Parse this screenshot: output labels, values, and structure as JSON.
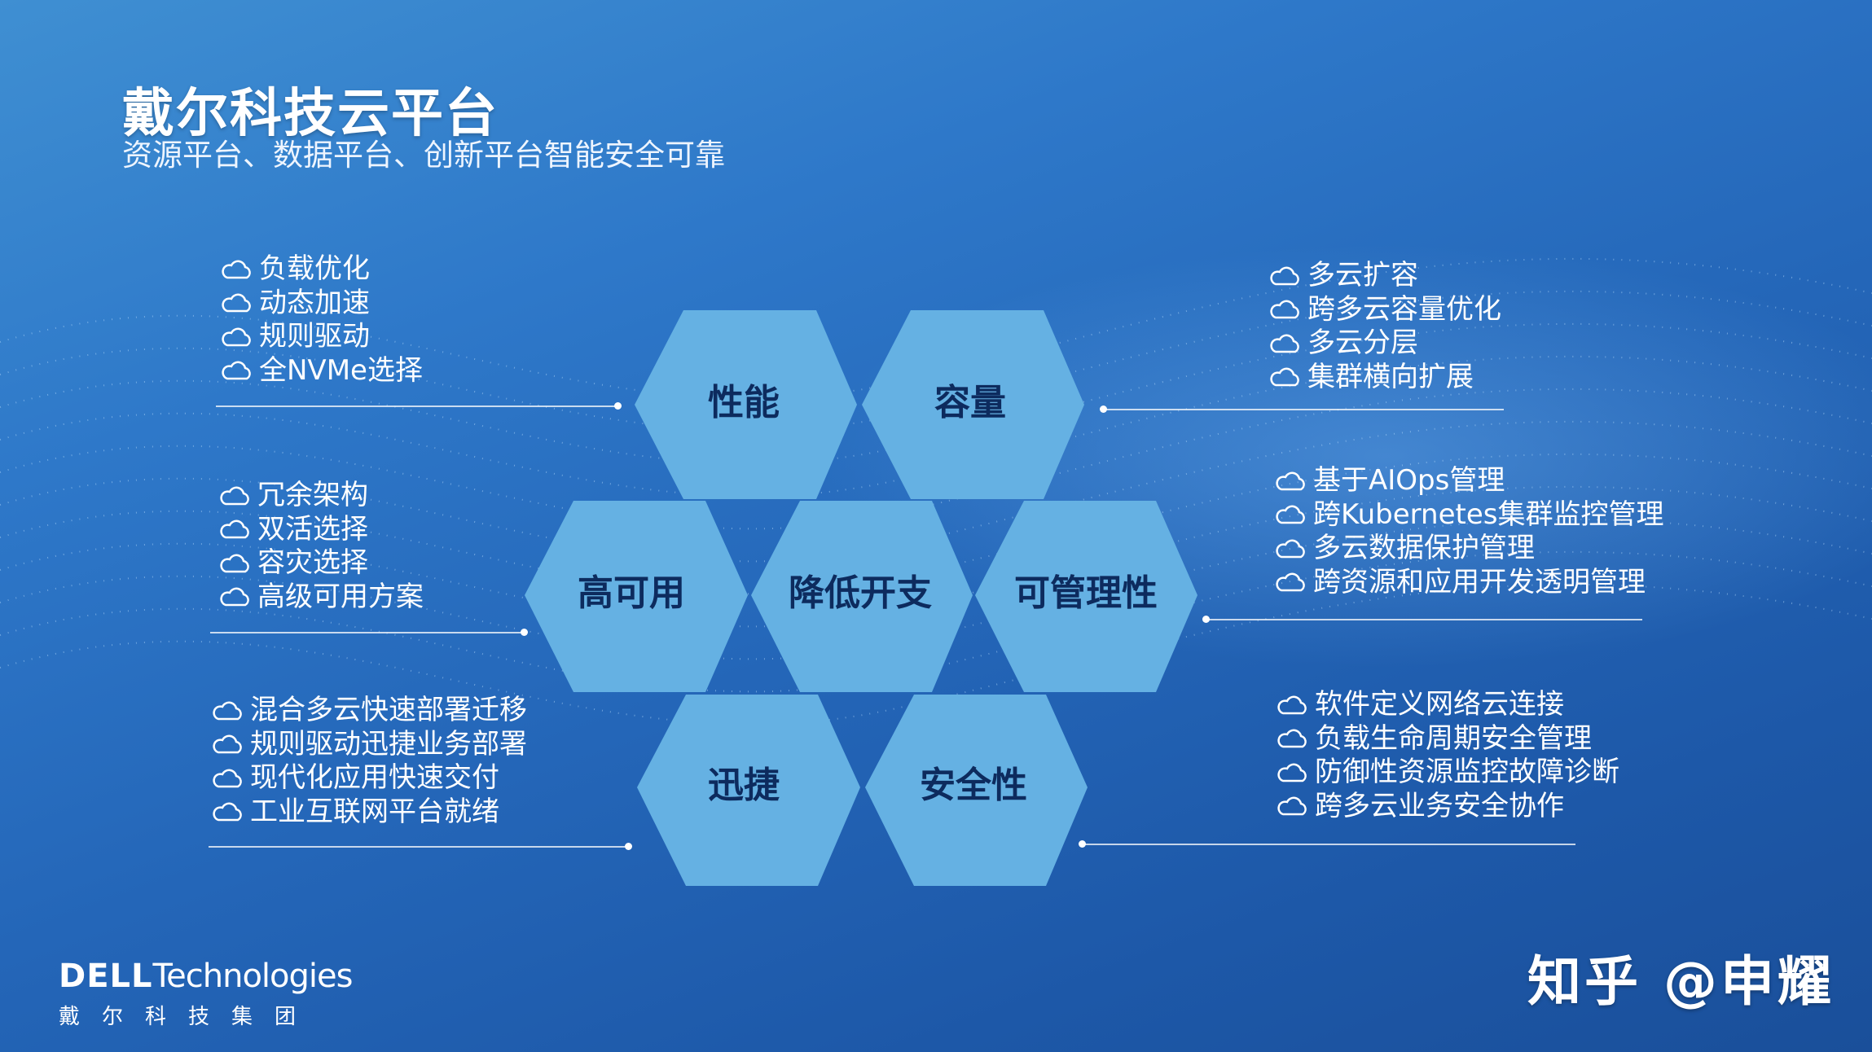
{
  "title": "戴尔科技云平台",
  "subtitle": "资源平台、数据平台、创新平台智能安全可靠",
  "hexes": {
    "performance": "性能",
    "capacity": "容量",
    "availability": "高可用",
    "cost": "降低开支",
    "manageability": "可管理性",
    "agility": "迅捷",
    "security": "安全性"
  },
  "groups": {
    "performance": [
      "负载优化",
      "动态加速",
      "规则驱动",
      "全NVMe选择"
    ],
    "capacity": [
      "多云扩容",
      "跨多云容量优化",
      "多云分层",
      "集群横向扩展"
    ],
    "availability": [
      "冗余架构",
      "双活选择",
      "容灾选择",
      "高级可用方案"
    ],
    "manageability": [
      "基于AIOps管理",
      "跨Kubernetes集群监控管理",
      "多云数据保护管理",
      "跨资源和应用开发透明管理"
    ],
    "agility": [
      "混合多云快速部署迁移",
      "规则驱动迅捷业务部署",
      "现代化应用快速交付",
      "工业互联网平台就绪"
    ],
    "security": [
      "软件定义网络云连接",
      "负载生命周期安全管理",
      "防御性资源监控故障诊断",
      "跨多云业务安全协作"
    ]
  },
  "logo": {
    "brand_bold": "DELL",
    "brand_rest": "Technologies",
    "cn": "戴尔科技集团"
  },
  "watermark": "知乎 @申耀",
  "icon": "cloud-icon",
  "colors": {
    "hex_fill": "#65b1e3",
    "hex_text": "#0d2b5e",
    "background": "#2466b8"
  }
}
